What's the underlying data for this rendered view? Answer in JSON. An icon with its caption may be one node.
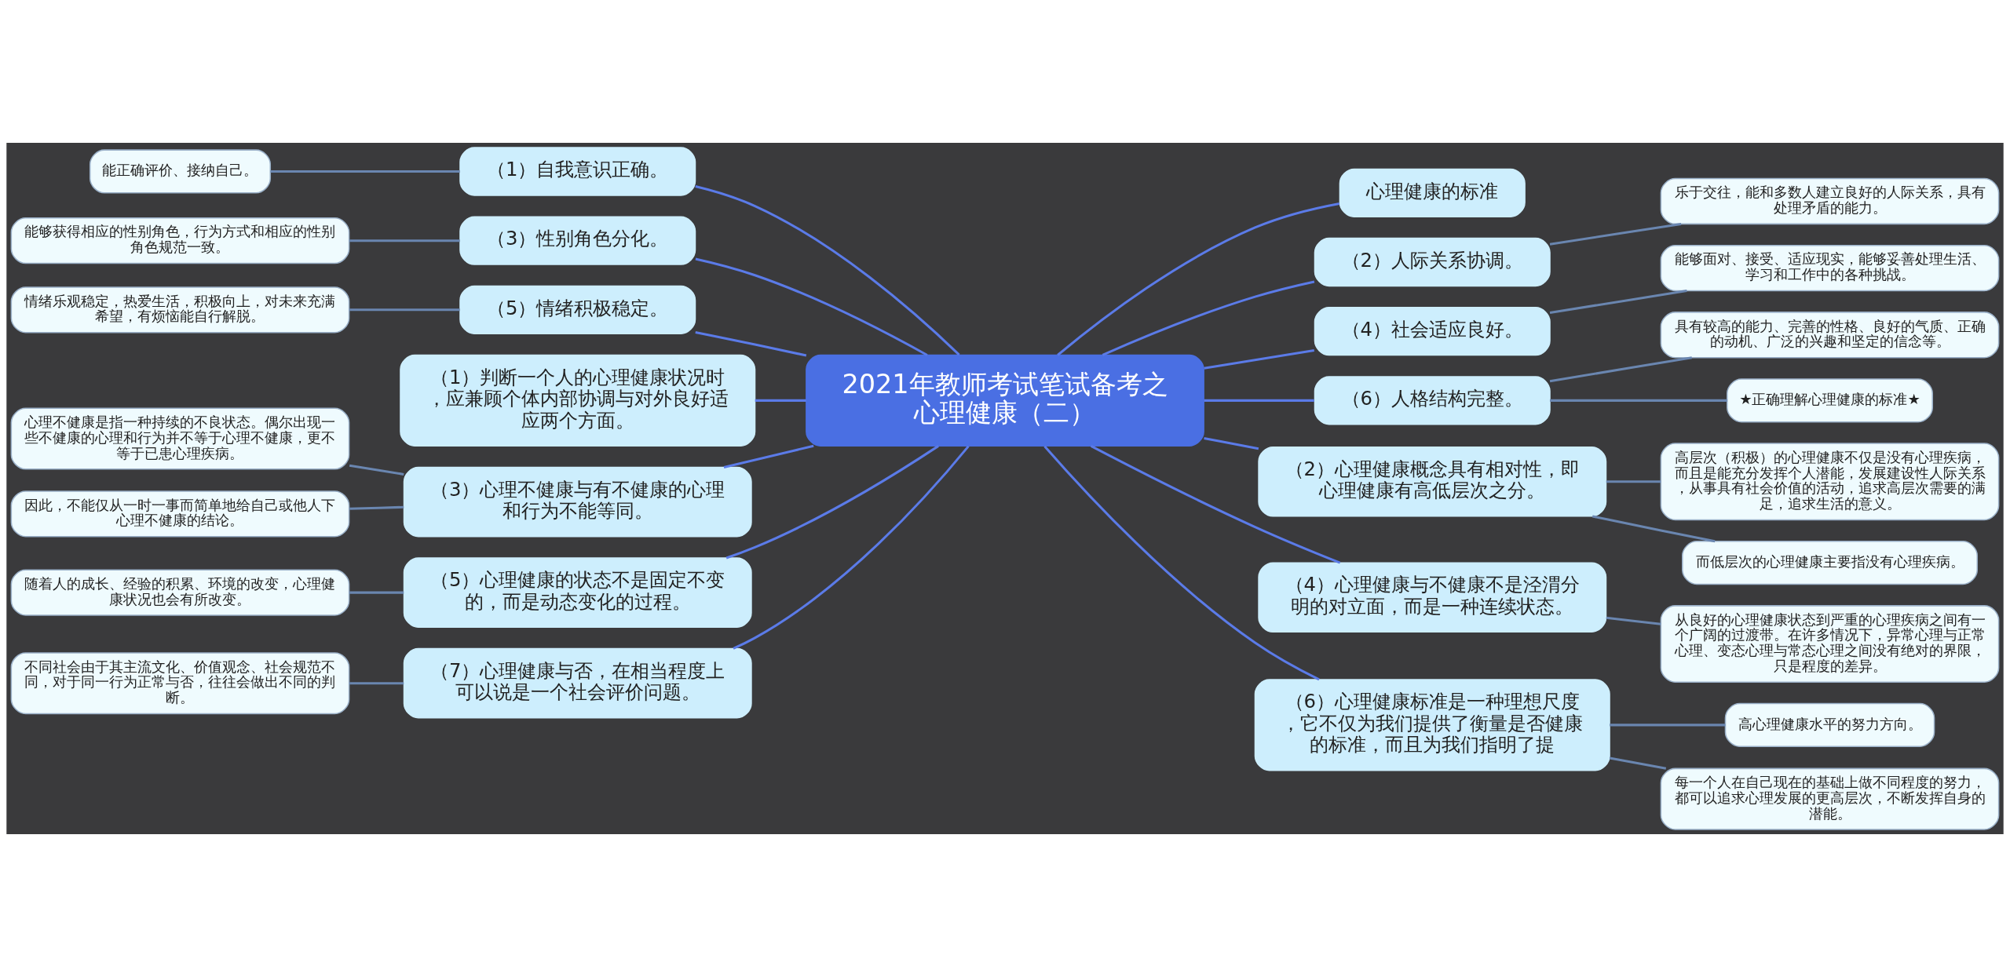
{
  "diagram": {
    "nodes": [
      {
        "text": [
          "2021年教师考试笔试备考之心理健康（二）"
        ]
      },
      {
        "text": [
          "心理健康的标准"
        ]
      },
      {
        "text": [
          "（2）人际关系协调。"
        ]
      },
      {
        "text": [
          "乐于交往，能和多数人建立良好的人际关系，具有处理矛盾的能力。"
        ]
      },
      {
        "text": [
          "（4）社会适应良好。"
        ]
      },
      {
        "text": [
          "能够面对、接受、适应现实，能够妥善处理生活、学习和工作中的各种挑战。"
        ]
      },
      {
        "text": [
          "（6）人格结构完整。"
        ]
      },
      {
        "text": [
          "具有较高的能力、完善的性格、良好的气质、正确的动机、广泛的兴趣和坚定的信念等。"
        ]
      },
      {
        "text": [
          "★正确理解心理健康的标准★"
        ]
      },
      {
        "text": [
          "（1）自我意识正确。"
        ]
      },
      {
        "text": [
          "能正确评价、接纳自己。"
        ]
      },
      {
        "text": [
          "（3）性别角色分化。"
        ]
      },
      {
        "text": [
          "能够获得相应的性别角色，行为方式和相应的性别角色规范一致。"
        ]
      },
      {
        "text": [
          "（5）情绪积极稳定。"
        ]
      },
      {
        "text": [
          "情绪乐观稳定，热爱生活，积极向上，对未来充满希望，有烦恼能自行解脱。"
        ]
      },
      {
        "text": [
          "（1）判断一个人的心理健康状况时，应兼顾个体内部协调与对外良好适应两个方面。"
        ]
      },
      {
        "text": [
          "（3）心理不健康与有不健康的心理和行为不能等同。"
        ]
      },
      {
        "text": [
          "心理不健康是指一种持续的不良状态。偶尔出现一些不健康的心理和行为并不等于心理不健康，更不等于已患心理疾病。"
        ]
      },
      {
        "text": [
          "因此，不能仅从一时一事而简单地给自己或他人下心理不健康的结论。"
        ]
      },
      {
        "text": [
          "（5）心理健康的状态不是固定不变的，而是动态变化的过程。"
        ]
      },
      {
        "text": [
          "随着人的成长、经验的积累、环境的改变，心理健康状况也会有所改变。"
        ]
      },
      {
        "text": [
          "（7）心理健康与否，在相当程度上可以说是一个社会评价问题。"
        ]
      },
      {
        "text": [
          "不同社会由于其主流文化、价值观念、社会规范不同，对于同一行为正常与否，往往会做出不同的判断。"
        ]
      },
      {
        "text": [
          "（2）心理健康概念具有相对性，即心理健康有高低层次之分。"
        ]
      },
      {
        "text": [
          "高层次（积极）的心理健康不仅是没有心理疾病，而且是能充分发挥个人潜能，发展建设性人际关系，从事具有社会价值的活动，追求高层次需要的满足，追求生活的意义。"
        ]
      },
      {
        "text": [
          "而低层次的心理健康主要指没有心理疾病。"
        ]
      },
      {
        "text": [
          "（4）心理健康与不健康不是泾渭分明的对立面，而是一种连续状态。"
        ]
      },
      {
        "text": [
          "从良好的心理健康状态到严重的心理疾病之间有一个广阔的过渡带。在许多情况下，异常心理与正常心理、变态心理与常态心理之间没有绝对的界限，只是程度的差异。"
        ]
      },
      {
        "text": [
          "（6）心理健康标准是一种理想尺度，它不仅为我们提供了衡量是否健康的标准，而且为我们指明了提"
        ]
      },
      {
        "text": [
          "高心理健康水平的努力方向。"
        ]
      },
      {
        "text": [
          "每一个人在自己现在的基础上做不同程度的努力，都可以追求心理发展的更高层次，不断发挥自身的潜能。"
        ]
      }
    ],
    "edges": [
      {
        "from": 0,
        "to": 1,
        "arrow": "none"
      },
      {
        "from": 0,
        "to": 2,
        "arrow": "none"
      },
      {
        "from": 2,
        "to": 3,
        "arrow": "none"
      },
      {
        "from": 0,
        "to": 4,
        "arrow": "none"
      },
      {
        "from": 4,
        "to": 5,
        "arrow": "none"
      },
      {
        "from": 0,
        "to": 6,
        "arrow": "none"
      },
      {
        "from": 6,
        "to": 7,
        "arrow": "none"
      },
      {
        "from": 6,
        "to": 8,
        "arrow": "none"
      },
      {
        "from": 0,
        "to": 9,
        "arrow": "none"
      },
      {
        "from": 9,
        "to": 10,
        "arrow": "none"
      },
      {
        "from": 0,
        "to": 11,
        "arrow": "none"
      },
      {
        "from": 11,
        "to": 12,
        "arrow": "none"
      },
      {
        "from": 0,
        "to": 13,
        "arrow": "none"
      },
      {
        "from": 13,
        "to": 14,
        "arrow": "none"
      },
      {
        "from": 0,
        "to": 15,
        "arrow": "none"
      },
      {
        "from": 0,
        "to": 16,
        "arrow": "none"
      },
      {
        "from": 16,
        "to": 17,
        "arrow": "none"
      },
      {
        "from": 16,
        "to": 18,
        "arrow": "none"
      },
      {
        "from": 0,
        "to": 19,
        "arrow": "none"
      },
      {
        "from": 19,
        "to": 20,
        "arrow": "none"
      },
      {
        "from": 0,
        "to": 21,
        "arrow": "none"
      },
      {
        "from": 21,
        "to": 22,
        "arrow": "none"
      },
      {
        "from": 0,
        "to": 23,
        "arrow": "none"
      },
      {
        "from": 23,
        "to": 24,
        "arrow": "none"
      },
      {
        "from": 23,
        "to": 25,
        "arrow": "none"
      },
      {
        "from": 0,
        "to": 26,
        "arrow": "none"
      },
      {
        "from": 26,
        "to": 27,
        "arrow": "none"
      },
      {
        "from": 0,
        "to": 28,
        "arrow": "none"
      },
      {
        "from": 28,
        "to": 29,
        "arrow": "none"
      },
      {
        "from": 28,
        "to": 30,
        "arrow": "none"
      }
    ]
  }
}
